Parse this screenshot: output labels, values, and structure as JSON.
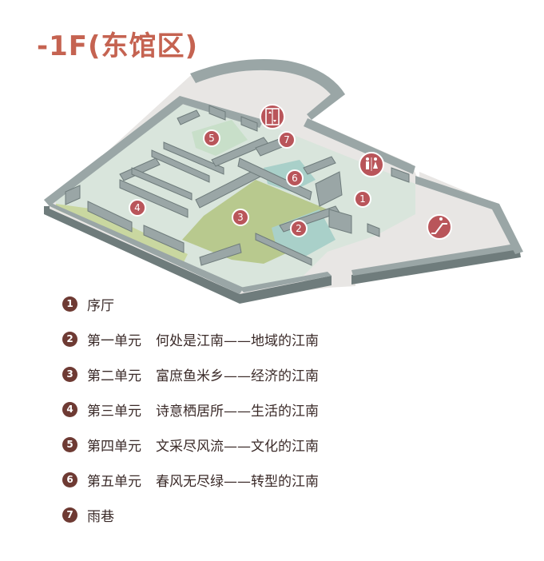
{
  "title": "-1F(东馆区)",
  "map": {
    "markers": [
      "1",
      "2",
      "3",
      "4",
      "5",
      "6",
      "7"
    ],
    "icons": [
      "elevator-icon",
      "restroom-icon",
      "escalator-icon"
    ]
  },
  "legend": [
    {
      "num": "1",
      "unit": "序厅",
      "theme": ""
    },
    {
      "num": "2",
      "unit": "第一单元",
      "theme": "何处是江南——地域的江南"
    },
    {
      "num": "3",
      "unit": "第二单元",
      "theme": "富庶鱼米乡——经济的江南"
    },
    {
      "num": "4",
      "unit": "第三单元",
      "theme": "诗意栖居所——生活的江南"
    },
    {
      "num": "5",
      "unit": "第四单元",
      "theme": "文采尽风流——文化的江南"
    },
    {
      "num": "6",
      "unit": "第五单元",
      "theme": "春风无尽绿——转型的江南"
    },
    {
      "num": "7",
      "unit": "雨巷",
      "theme": ""
    }
  ],
  "colors": {
    "title": "#c56351",
    "marker": "#b9555a",
    "legend_number": "#6e3a33",
    "floor_light": "#d9e5dc",
    "floor_gray": "#e8e6e4",
    "zone_green": "#b8c98e",
    "zone_teal": "#a9d0c9",
    "wall": "#8f9b9b"
  }
}
